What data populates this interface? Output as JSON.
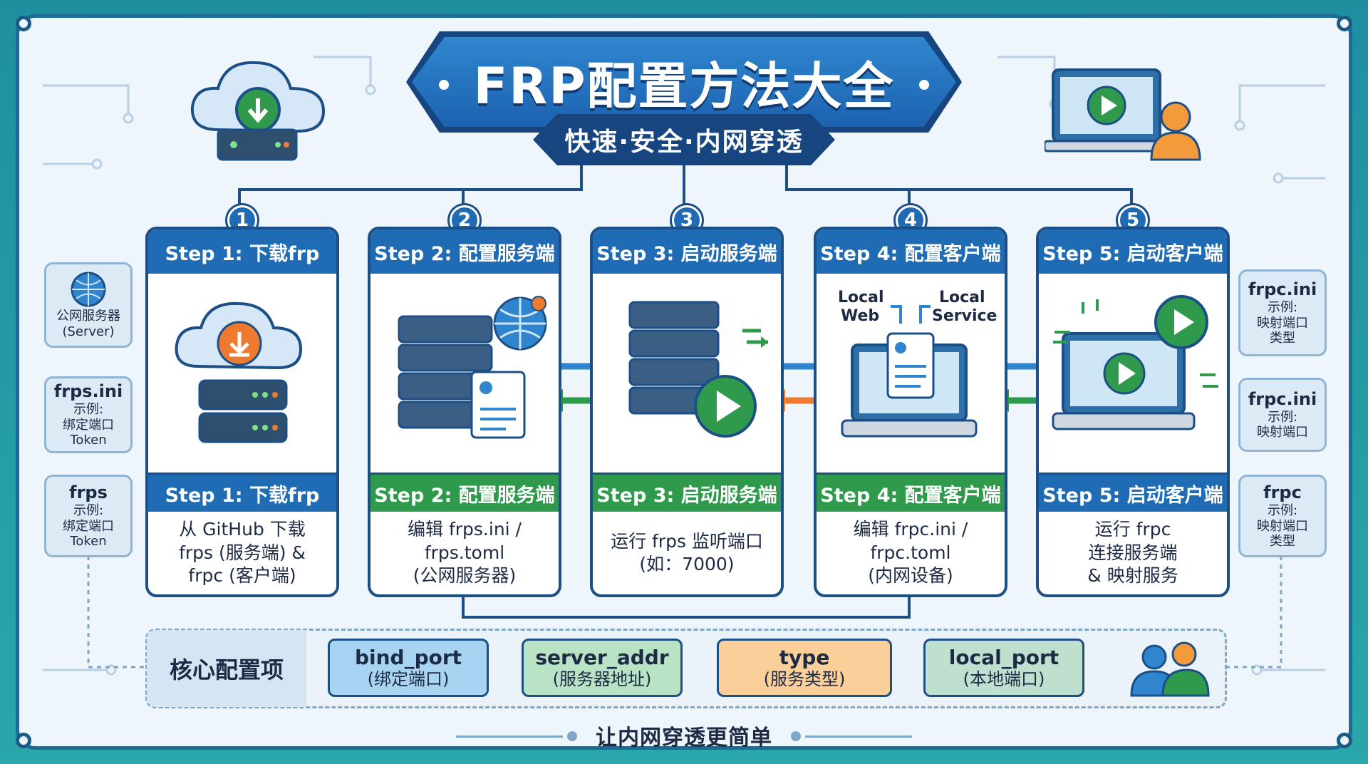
{
  "title": "FRP配置方法大全",
  "subtitle": "快速·安全·内网穿透",
  "steps": [
    {
      "num": "1",
      "header": "Step 1: 下载frp",
      "label": "Step 1: 下载frp",
      "label_color": "#1f6cb4",
      "desc": [
        "从 GitHub 下载",
        "frps (服务端) &",
        "frpc (客户端)"
      ]
    },
    {
      "num": "2",
      "header": "Step 2: 配置服务端",
      "label": "Step 2: 配置服务端",
      "label_color": "#2f9a4c",
      "desc": [
        "编辑 frps.ini /",
        "frps.toml",
        "(公网服务器)"
      ]
    },
    {
      "num": "3",
      "header": "Step 3: 启动服务端",
      "label": "Step 3: 启动服务端",
      "label_color": "#2f9a4c",
      "desc": [
        "运行 frps 监听端口",
        "(如：7000)"
      ]
    },
    {
      "num": "4",
      "header": "Step 4: 配置客户端",
      "label": "Step 4: 配置客户端",
      "label_color": "#2f9a4c",
      "desc": [
        "编辑 frpc.ini /",
        "frpc.toml",
        "(内网设备)"
      ]
    },
    {
      "num": "5",
      "header": "Step 5: 启动客户端",
      "label": "Step 5: 启动客户端",
      "label_color": "#1f6cb4",
      "desc": [
        "运行 frpc",
        "连接服务端",
        "& 映射服务"
      ]
    }
  ],
  "step4_labels": {
    "left": [
      "Local",
      "Web"
    ],
    "right": [
      "Local",
      "Service"
    ]
  },
  "left_tags": [
    {
      "t1": "",
      "t2": [
        "公网服务器",
        "(Server)"
      ],
      "icon": "globe-icon"
    },
    {
      "t1": "frps.ini",
      "t2": [
        "示例:",
        "绑定端口",
        "Token"
      ]
    },
    {
      "t1": "frps",
      "t2": [
        "示例:",
        "绑定端口",
        "Token"
      ]
    }
  ],
  "right_tags": [
    {
      "t1": "frpc.ini",
      "t2": [
        "示例:",
        "映射端口",
        "类型"
      ]
    },
    {
      "t1": "frpc.ini",
      "t2": [
        "示例:",
        "映射端口"
      ]
    },
    {
      "t1": "frpc",
      "t2": [
        "示例:",
        "映射端口",
        "类型"
      ]
    }
  ],
  "core": {
    "label": "核心配置项",
    "items": [
      {
        "key": "bind_port",
        "value": "(绑定端口)",
        "color": "#a8d4f2"
      },
      {
        "key": "server_addr",
        "value": "(服务器地址)",
        "color": "#b9e3c4"
      },
      {
        "key": "type",
        "value": "(服务类型)",
        "color": "#fbcf9a"
      },
      {
        "key": "local_port",
        "value": "(本地端口)",
        "color": "#bfe0cf"
      }
    ]
  },
  "tagline": "让内网穿透更简单",
  "colors": {
    "primary": "#1f6cb4",
    "green": "#2f9a4c",
    "orange": "#ee7a2f",
    "navy": "#1c4f86"
  }
}
